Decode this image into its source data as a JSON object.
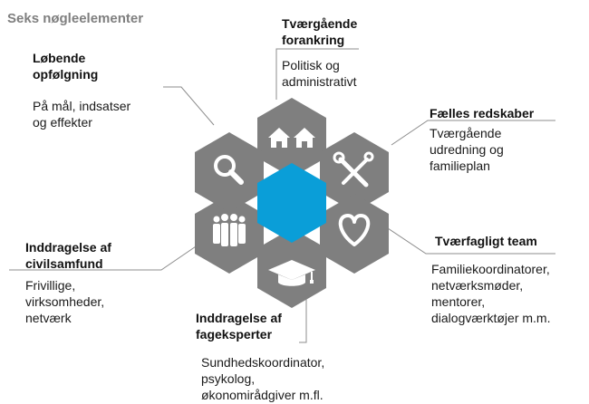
{
  "page_title": "Seks nøgleelementer",
  "colors": {
    "hex_gray": "#7f7f7f",
    "hex_center": "#0a9ed8",
    "line_gray": "#8c8c8c"
  },
  "elements": {
    "tvaergaaende_forankring": {
      "title_1": "Tværgående",
      "title_2": "forankring",
      "desc_1": "Politisk og",
      "desc_2": "administrativt",
      "icon": "houses-icon"
    },
    "faelles_redskaber": {
      "title_1": "Fælles redskaber",
      "desc_1": "Tværgående",
      "desc_2": "udredning og",
      "desc_3": "familieplan",
      "icon": "tools-icon"
    },
    "tvaerfagligt_team": {
      "title_1": "Tværfagligt team",
      "desc_1": "Familiekoordinatorer,",
      "desc_2": "netværksmøder,",
      "desc_3": "mentorer,",
      "desc_4": "dialogværktøjer m.m.",
      "icon": "heart-icon"
    },
    "inddragelse_fageksperter": {
      "title_1": "Inddragelse af",
      "title_2": "fageksperter",
      "desc_1": "Sundhedskoordinator,",
      "desc_2": "psykolog,",
      "desc_3": "økonomirådgiver m.fl.",
      "icon": "graduation-cap-icon"
    },
    "inddragelse_civilsamfund": {
      "title_1": "Inddragelse af",
      "title_2": "civilsamfund",
      "desc_1": "Frivillige,",
      "desc_2": "virksomheder,",
      "desc_3": "netværk",
      "icon": "people-icon"
    },
    "loebende_opfoelgning": {
      "title_1": "Løbende",
      "title_2": "opfølgning",
      "desc_1": "På mål, indsatser",
      "desc_2": "og effekter",
      "icon": "magnifier-icon"
    }
  }
}
